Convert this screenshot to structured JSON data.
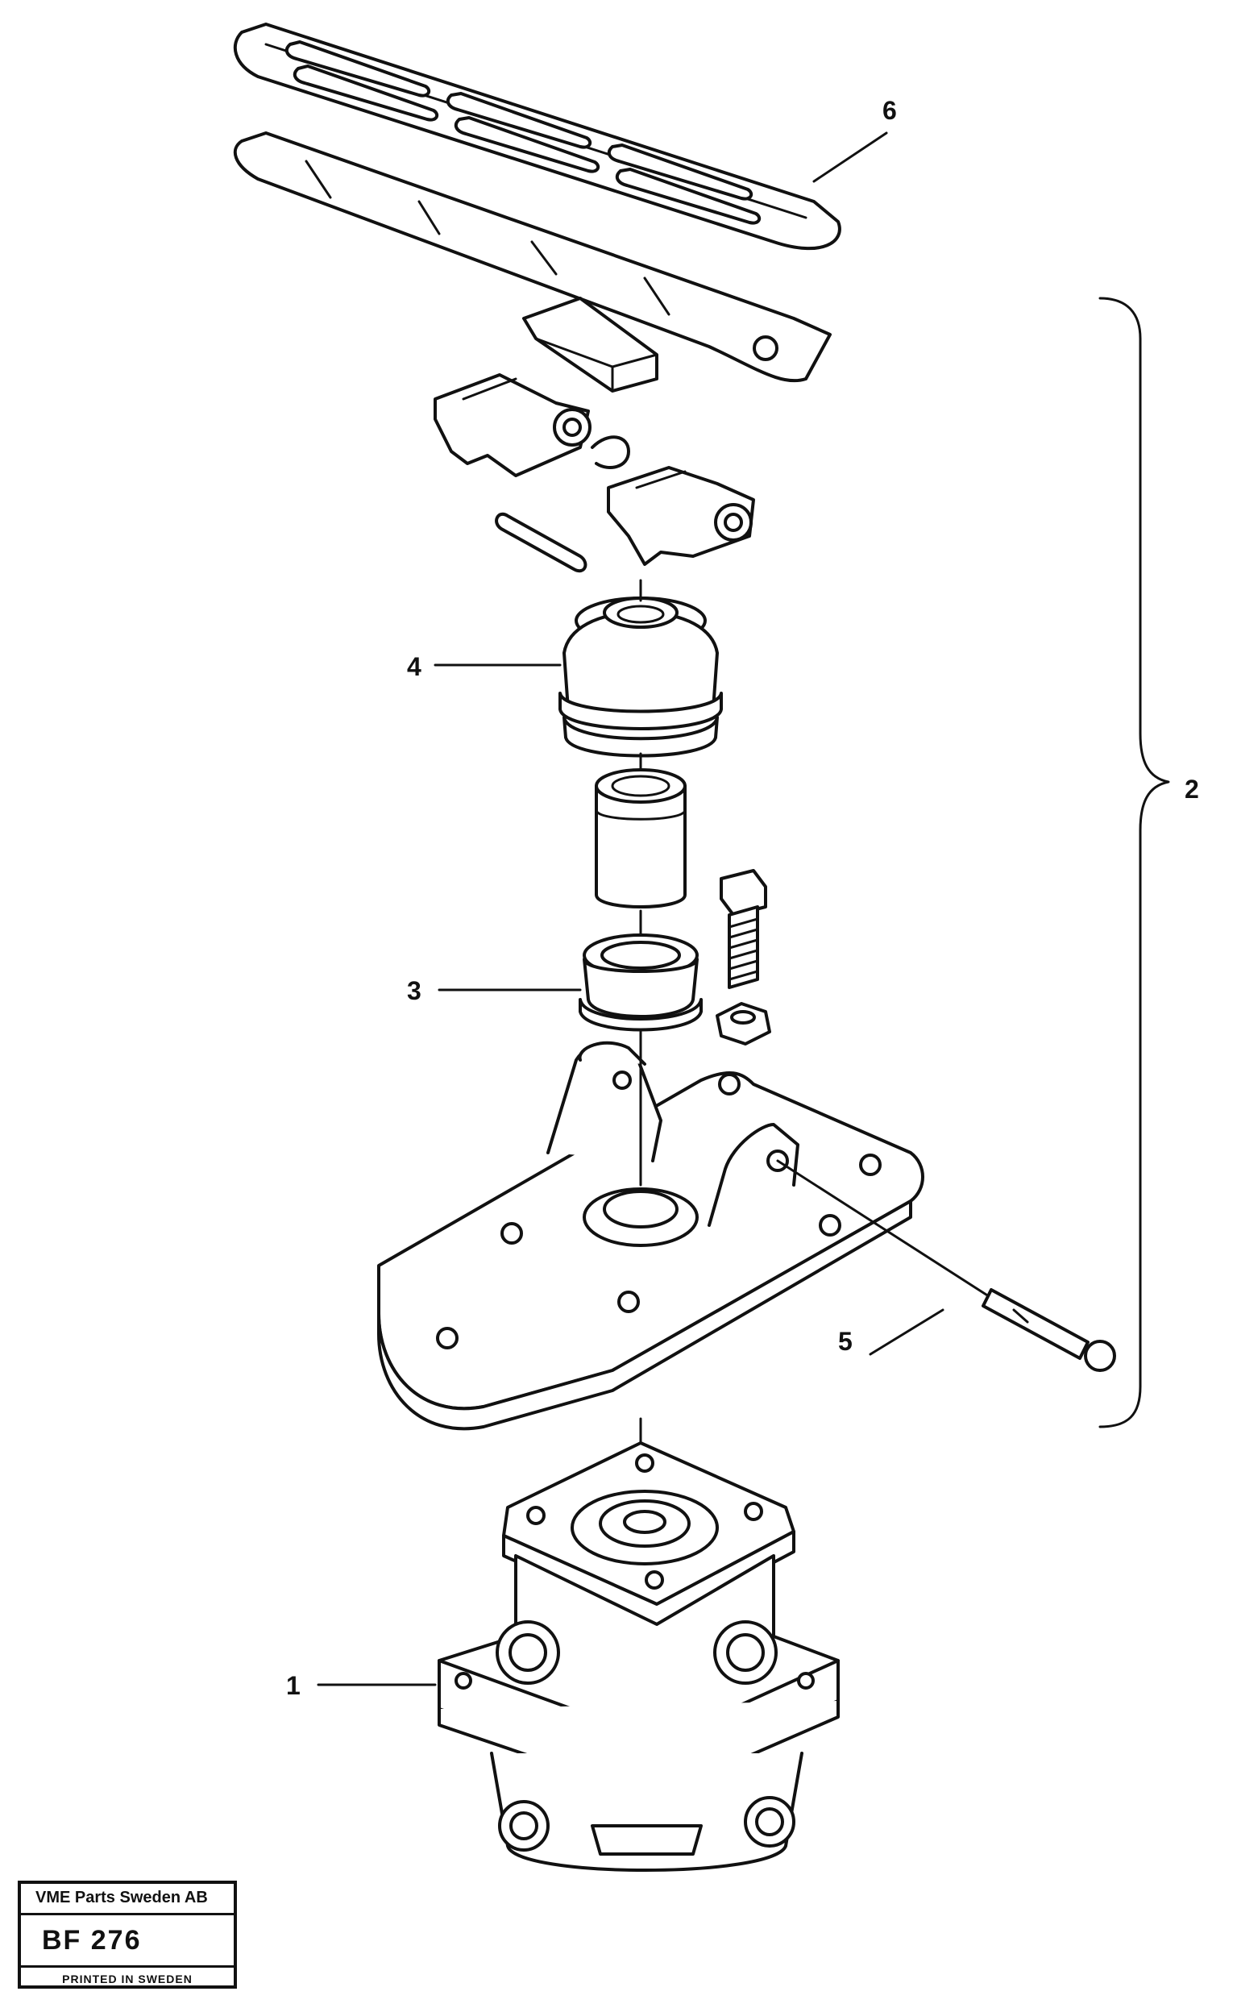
{
  "callouts": [
    "6",
    "4",
    "3",
    "2",
    "5",
    "1"
  ],
  "title_block": {
    "company": "VME Parts Sweden AB",
    "code": "BF 276",
    "footer": "PRINTED IN SWEDEN"
  },
  "colors": {
    "ink": "#111111",
    "paper": "#ffffff"
  }
}
